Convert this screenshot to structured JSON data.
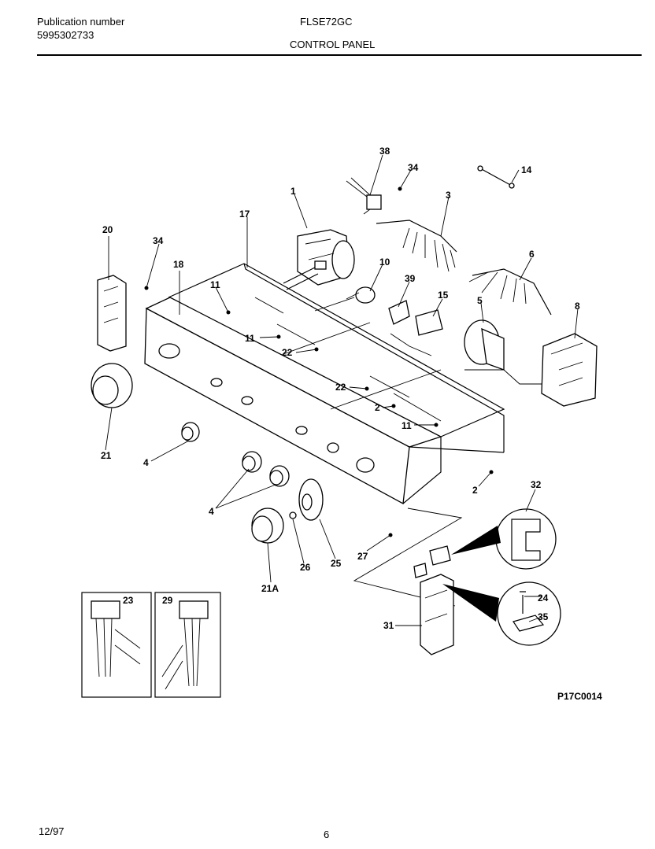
{
  "header": {
    "publication_label": "Publication number",
    "publication_number": "5995302733",
    "model": "FLSE72GC",
    "section": "CONTROL PANEL"
  },
  "footer": {
    "date": "12/97",
    "page": "6",
    "diagram_code": "P17C0014"
  },
  "callouts": {
    "c38": "38",
    "c34a": "34",
    "c14": "14",
    "c1": "1",
    "c3": "3",
    "c17": "17",
    "c20": "20",
    "c34b": "34",
    "c18": "18",
    "c6": "6",
    "c10": "10",
    "c39": "39",
    "c11a": "11",
    "c15": "15",
    "c5": "5",
    "c8": "8",
    "c11b": "11",
    "c22a": "22",
    "c22b": "22",
    "c2a": "2",
    "c11c": "11",
    "c21": "21",
    "c4a": "4",
    "c2b": "2",
    "c32": "32",
    "c4b": "4",
    "c27": "27",
    "c26": "26",
    "c25": "25",
    "c21a": "21A",
    "c23": "23",
    "c29": "29",
    "c24": "24",
    "c35": "35",
    "c31": "31"
  }
}
